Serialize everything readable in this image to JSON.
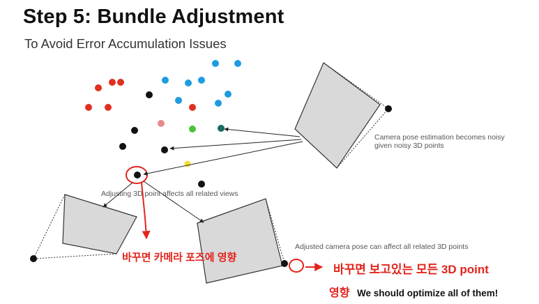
{
  "slide": {
    "title": "Step 5: Bundle Adjustment",
    "subtitle": "To Avoid Error Accumulation Issues"
  },
  "annotations": {
    "camera_noise_line1": "Camera pose estimation becomes noisy",
    "camera_noise_line2": "given noisy 3D points",
    "adjust_point": "Adjusting 3D point affects all related views",
    "adjust_camera": "Adjusted camera pose can affect all related 3D points",
    "optimize_all": "We should optimize all of them!"
  },
  "handwritten": {
    "point_note": "바꾸면 카메라 포즈에 영향",
    "camera_note": "바꾸면 보고있는 모든 3D point",
    "camera_note_2": "영향"
  },
  "colors": {
    "red": "#e0301e",
    "blue": "#1f9be0",
    "black": "#111111",
    "pink": "#e58a8a",
    "green": "#4cc23a",
    "teal": "#1a6b62",
    "yellow": "#f2e034",
    "camera_fill": "#d9d9d9",
    "hand_red": "#e3241c"
  }
}
